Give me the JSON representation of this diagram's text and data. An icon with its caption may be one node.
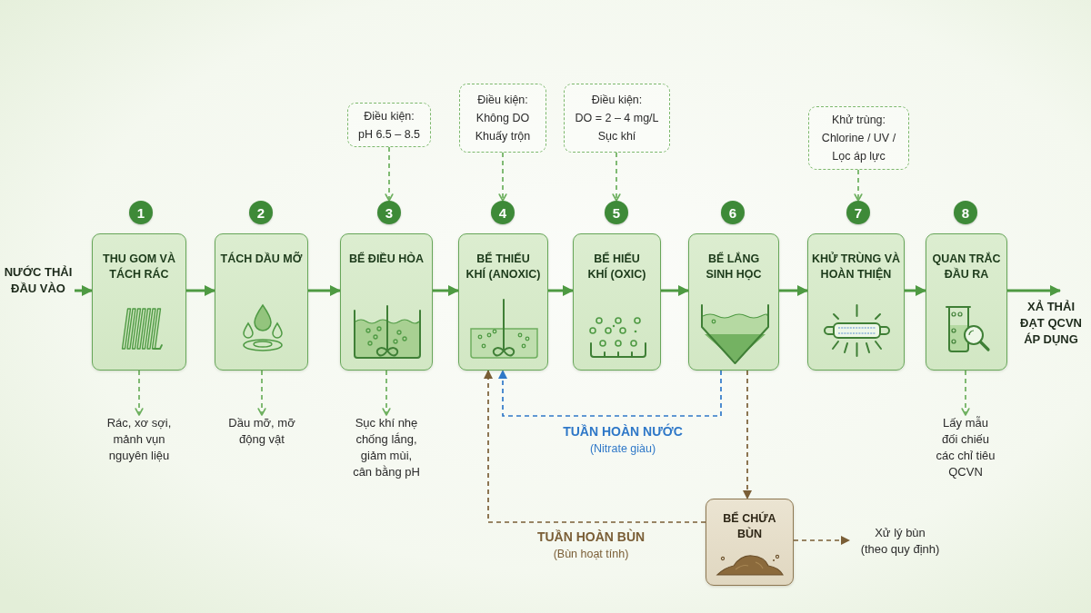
{
  "diagram": {
    "nodes": [
      {
        "text": [
          "NƯỚC THẢI ĐẦU VÀO"
        ]
      },
      {
        "text": [
          "1"
        ]
      },
      {
        "text": [
          "THU GOM VÀ TÁCH RÁC"
        ]
      },
      {
        "text": [
          "Rác, xơ sợi, mảnh vụn nguyên liệu"
        ]
      },
      {
        "text": [
          "2"
        ]
      },
      {
        "text": [
          "TÁCH DẦU MỠ"
        ]
      },
      {
        "text": [
          "Dầu mỡ, mỡ động vật"
        ]
      },
      {
        "text": [
          "Điều kiện:",
          "pH 6.5 – 8.5"
        ]
      },
      {
        "text": [
          "3"
        ]
      },
      {
        "text": [
          "BỂ ĐIỀU HÒA"
        ]
      },
      {
        "text": [
          "Sục khí nhẹ chống lắng, giảm mùi, cân bằng pH"
        ]
      },
      {
        "text": [
          "Điều kiện:",
          "Không DO",
          "Khuấy trộn"
        ]
      },
      {
        "text": [
          "4"
        ]
      },
      {
        "text": [
          "BỂ THIẾU KHÍ (ANOXIC)"
        ]
      },
      {
        "text": [
          "Điều kiện:",
          "DO = 2 – 4 mg/L",
          "Sục khí"
        ]
      },
      {
        "text": [
          "5"
        ]
      },
      {
        "text": [
          "BỂ HIẾU KHÍ (OXIC)"
        ]
      },
      {
        "text": [
          "6"
        ]
      },
      {
        "text": [
          "BỂ LẮNG SINH HỌC"
        ]
      },
      {
        "text": [
          "Khử trùng:",
          "Chlorine / UV / Lọc áp lực"
        ]
      },
      {
        "text": [
          "7"
        ]
      },
      {
        "text": [
          "KHỬ TRÙNG VÀ HOÀN THIỆN"
        ]
      },
      {
        "text": [
          "8"
        ]
      },
      {
        "text": [
          "QUAN TRẮC ĐẦU RA"
        ]
      },
      {
        "text": [
          "Lấy mẫu đối chiếu các chỉ tiêu QCVN"
        ]
      },
      {
        "text": [
          "XẢ THẢI ĐẠT QCVN ÁP DỤNG"
        ]
      },
      {
        "text": [
          "BỂ CHỨA BÙN"
        ]
      },
      {
        "text": [
          "Xử lý bùn",
          "(theo quy định)"
        ]
      }
    ],
    "edges": [
      {
        "from": 0,
        "to": 2,
        "arrow": "to"
      },
      {
        "from": 2,
        "to": 5,
        "arrow": "to"
      },
      {
        "from": 5,
        "to": 9,
        "arrow": "to"
      },
      {
        "from": 9,
        "to": 13,
        "arrow": "to"
      },
      {
        "from": 13,
        "to": 16,
        "arrow": "to"
      },
      {
        "from": 16,
        "to": 18,
        "arrow": "to"
      },
      {
        "from": 18,
        "to": 21,
        "arrow": "to"
      },
      {
        "from": 21,
        "to": 23,
        "arrow": "to"
      },
      {
        "from": 23,
        "to": 25,
        "arrow": "to"
      },
      {
        "from": 2,
        "to": 3,
        "arrow": "to",
        "style": "dashed"
      },
      {
        "from": 5,
        "to": 6,
        "arrow": "to",
        "style": "dashed"
      },
      {
        "from": 9,
        "to": 10,
        "arrow": "to",
        "style": "dashed"
      },
      {
        "from": 23,
        "to": 24,
        "arrow": "to",
        "style": "dashed"
      },
      {
        "from": 7,
        "to": 8,
        "arrow": "to",
        "style": "dashed"
      },
      {
        "from": 11,
        "to": 12,
        "arrow": "to",
        "style": "dashed"
      },
      {
        "from": 14,
        "to": 15,
        "arrow": "to",
        "style": "dashed"
      },
      {
        "from": 19,
        "to": 20,
        "arrow": "to",
        "style": "dashed"
      },
      {
        "from": 18,
        "to": 13,
        "arrow": "to",
        "style": "dashed",
        "color": "#2f78c8",
        "label": "**TUẦN HOÀN NƯỚC** (Nitrate giàu)"
      },
      {
        "from": 18,
        "to": 26,
        "arrow": "to",
        "style": "dashed",
        "color": "#7a5e36"
      },
      {
        "from": 26,
        "to": 13,
        "arrow": "to",
        "style": "dashed",
        "color": "#7a5e36",
        "label": "**TUẦN HOÀN BÙN** (Bùn hoạt tính)"
      },
      {
        "from": 26,
        "to": 27,
        "arrow": "to",
        "style": "dashed",
        "color": "#7a5e36"
      }
    ]
  }
}
